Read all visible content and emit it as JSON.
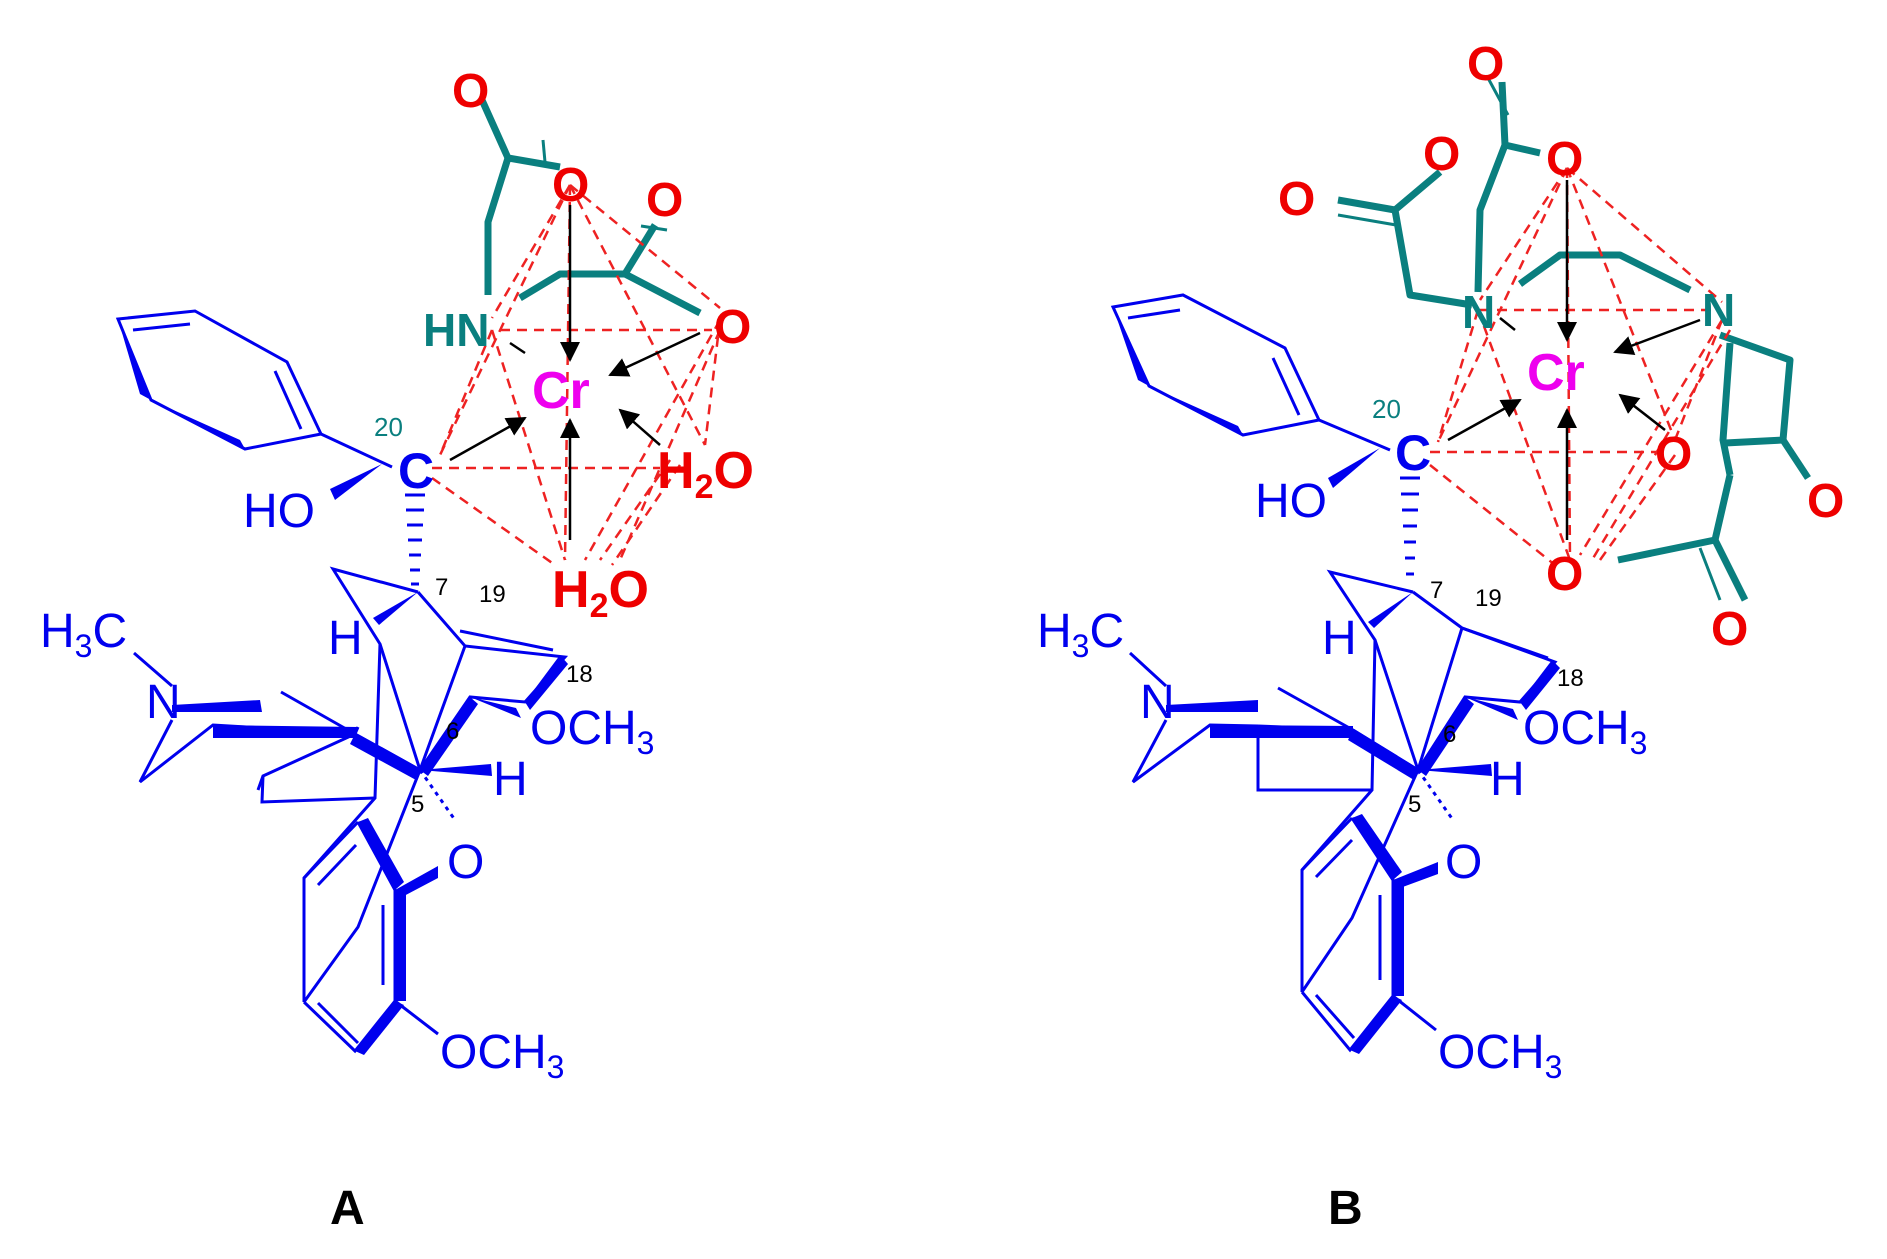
{
  "colors": {
    "scaffold": "#0000ee",
    "ligand": "#0a7f7f",
    "oxygen": "#ee0000",
    "metal": "#ee00ee",
    "arrow": "#000000",
    "number": "#000000",
    "dash": "#ee2222"
  },
  "panels": [
    {
      "id": "A",
      "panel_label": "A",
      "metal": "Cr",
      "c20_atom": "C",
      "c20_number": "20",
      "hydroxyl": "HO",
      "nitrogen_methyl": "H3C",
      "amine_n": "N",
      "bridge_h": "H",
      "h5": "H",
      "ring_o": "O",
      "methoxy_top": "OCH3",
      "methoxy_bottom": "OCH3",
      "positions": {
        "p7": "7",
        "p19": "19",
        "p18": "18",
        "p6": "6",
        "p5": "5"
      },
      "ligand_n": "HN",
      "ligand_o_top": "O",
      "ligand_o_carbonyl1": "O",
      "ligand_o_carbonyl2": "O",
      "ligand_o_right": "O",
      "water1": "H2O",
      "water2": "H2O"
    },
    {
      "id": "B",
      "panel_label": "B",
      "metal": "Cr",
      "c20_atom": "C",
      "c20_number": "20",
      "hydroxyl": "HO",
      "nitrogen_methyl": "H3C",
      "amine_n": "N",
      "bridge_h": "H",
      "h5": "H",
      "ring_o": "O",
      "methoxy_top": "OCH3",
      "methoxy_bottom": "OCH3",
      "positions": {
        "p7": "7",
        "p19": "19",
        "p18": "18",
        "p6": "6",
        "p5": "5"
      },
      "ligand_n1": "N",
      "ligand_n2": "N",
      "ligand_o_top": "O",
      "ligand_o_right": "O",
      "ligand_o_bottom": "O",
      "o_carbonyl_top": "O",
      "o_acid_left_a": "O",
      "o_acid_left_b": "O",
      "o_carbonyl_right": "O",
      "o_carbonyl_bottom": "O"
    }
  ]
}
